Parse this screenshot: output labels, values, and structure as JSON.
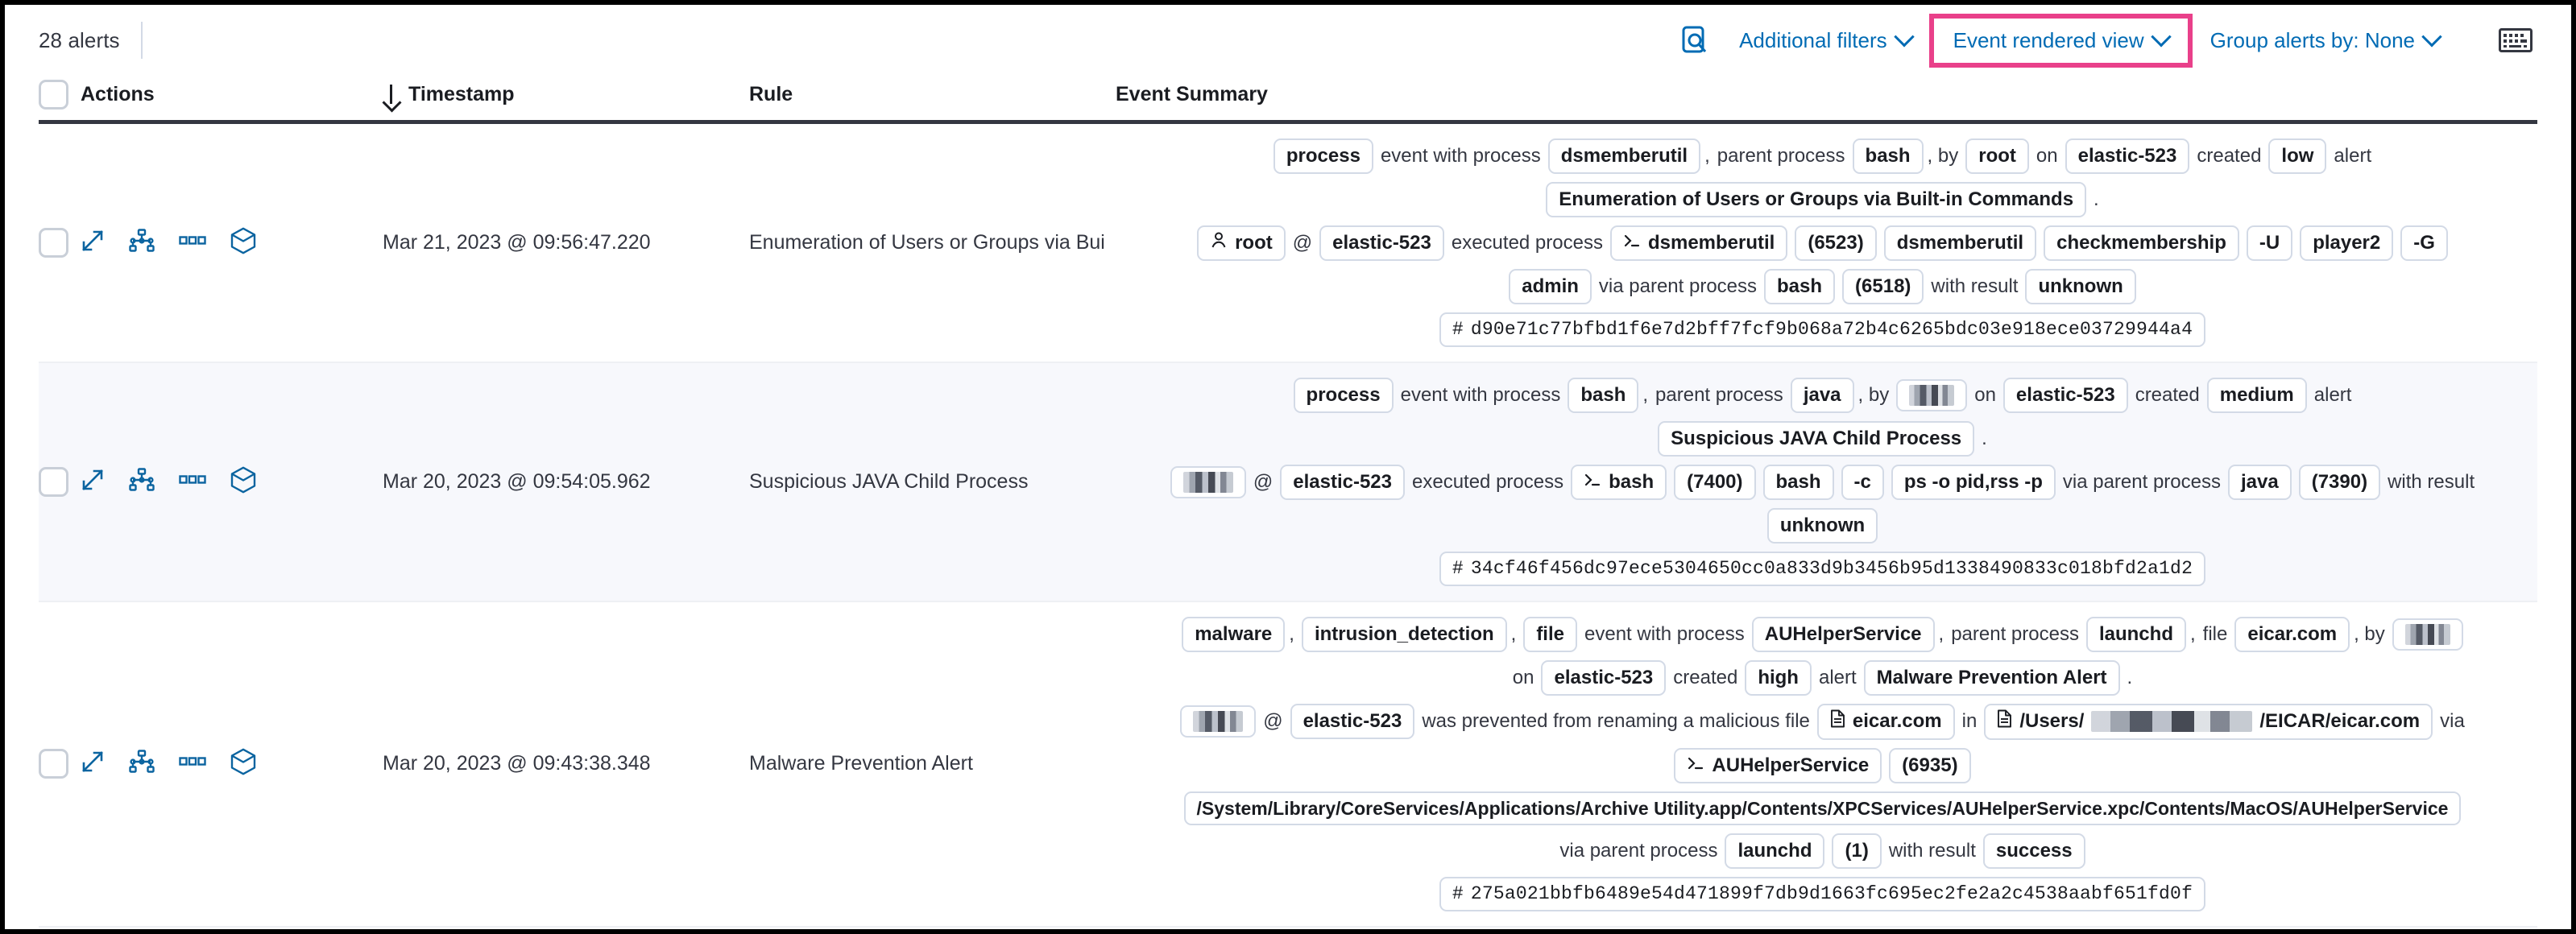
{
  "toolbar": {
    "alerts_count_label": "28 alerts",
    "inspect_icon": "inspect-search-icon",
    "additional_filters_label": "Additional filters",
    "event_rendered_view_label": "Event rendered view",
    "group_alerts_by_label": "Group alerts by: None",
    "keyboard_icon": "keyboard-icon",
    "highlight_color": "#e9408a",
    "link_color": "#006bb4"
  },
  "table": {
    "headers": {
      "actions": "Actions",
      "timestamp": "Timestamp",
      "rule": "Rule",
      "event_summary": "Event Summary",
      "sort_direction": "desc"
    },
    "row_actions": [
      "expand-icon",
      "analyzer-icon",
      "more-actions-icon",
      "session-view-icon"
    ],
    "rows": [
      {
        "timestamp": "Mar 21, 2023 @ 09:56:47.220",
        "rule": "Enumeration of Users or Groups via Bui",
        "striped": false,
        "summary_lines": [
          [
            {
              "t": "chip",
              "v": "process"
            },
            {
              "t": "text",
              "v": "event with process"
            },
            {
              "t": "chip",
              "v": "dsmemberutil"
            },
            {
              "t": "punct",
              "v": ","
            },
            {
              "t": "text",
              "v": "parent process"
            },
            {
              "t": "chip",
              "v": "bash"
            },
            {
              "t": "punct",
              "v": ", by"
            },
            {
              "t": "chip",
              "v": "root"
            },
            {
              "t": "text",
              "v": "on"
            },
            {
              "t": "chip",
              "v": "elastic-523"
            },
            {
              "t": "text",
              "v": "created"
            },
            {
              "t": "chip",
              "v": "low"
            },
            {
              "t": "text",
              "v": "alert"
            }
          ],
          [
            {
              "t": "chip",
              "v": "Enumeration of Users or Groups via Built-in Commands"
            },
            {
              "t": "text",
              "v": "."
            }
          ],
          [
            {
              "t": "chip-user",
              "v": "root"
            },
            {
              "t": "text",
              "v": "@"
            },
            {
              "t": "chip",
              "v": "elastic-523"
            },
            {
              "t": "text",
              "v": "executed process"
            },
            {
              "t": "chip-proc",
              "v": "dsmemberutil"
            },
            {
              "t": "chip",
              "v": "(6523)"
            },
            {
              "t": "chip",
              "v": "dsmemberutil"
            },
            {
              "t": "chip",
              "v": "checkmembership"
            },
            {
              "t": "chip",
              "v": "-U"
            },
            {
              "t": "chip",
              "v": "player2"
            },
            {
              "t": "chip",
              "v": "-G"
            }
          ],
          [
            {
              "t": "chip",
              "v": "admin"
            },
            {
              "t": "text",
              "v": "via parent process"
            },
            {
              "t": "chip",
              "v": "bash"
            },
            {
              "t": "chip",
              "v": "(6518)"
            },
            {
              "t": "text",
              "v": "with result"
            },
            {
              "t": "chip",
              "v": "unknown"
            }
          ],
          [
            {
              "t": "chip-hash",
              "v": "d90e71c77bfbd1f6e7d2bff7fcf9b068a72b4c6265bdc03e918ece03729944a4"
            }
          ]
        ]
      },
      {
        "timestamp": "Mar 20, 2023 @ 09:54:05.962",
        "rule": "Suspicious JAVA Child Process",
        "striped": true,
        "summary_lines": [
          [
            {
              "t": "chip",
              "v": "process"
            },
            {
              "t": "text",
              "v": "event with process"
            },
            {
              "t": "chip",
              "v": "bash"
            },
            {
              "t": "punct",
              "v": ","
            },
            {
              "t": "text",
              "v": "parent process"
            },
            {
              "t": "chip",
              "v": "java"
            },
            {
              "t": "punct",
              "v": ", by"
            },
            {
              "t": "redact",
              "v": "w2"
            },
            {
              "t": "text",
              "v": "on"
            },
            {
              "t": "chip",
              "v": "elastic-523"
            },
            {
              "t": "text",
              "v": "created"
            },
            {
              "t": "chip",
              "v": "medium"
            },
            {
              "t": "text",
              "v": "alert"
            }
          ],
          [
            {
              "t": "chip",
              "v": "Suspicious JAVA Child Process"
            },
            {
              "t": "text",
              "v": "."
            }
          ],
          [
            {
              "t": "chip-redact",
              "v": "w3"
            },
            {
              "t": "text",
              "v": "@"
            },
            {
              "t": "chip",
              "v": "elastic-523"
            },
            {
              "t": "text",
              "v": "executed process"
            },
            {
              "t": "chip-proc",
              "v": "bash"
            },
            {
              "t": "chip",
              "v": "(7400)"
            },
            {
              "t": "chip",
              "v": "bash"
            },
            {
              "t": "chip",
              "v": "-c"
            },
            {
              "t": "chip",
              "v": "ps -o pid,rss -p"
            },
            {
              "t": "text",
              "v": "via parent process"
            },
            {
              "t": "chip",
              "v": "java"
            },
            {
              "t": "chip",
              "v": "(7390)"
            },
            {
              "t": "text",
              "v": "with result"
            }
          ],
          [
            {
              "t": "chip",
              "v": "unknown"
            }
          ],
          [
            {
              "t": "chip-hash",
              "v": "34cf46f456dc97ece5304650cc0a833d9b3456b95d1338490833c018bfd2a1d2"
            }
          ]
        ]
      },
      {
        "timestamp": "Mar 20, 2023 @ 09:43:38.348",
        "rule": "Malware Prevention Alert",
        "striped": false,
        "summary_lines": [
          [
            {
              "t": "chip",
              "v": "malware"
            },
            {
              "t": "punct",
              "v": ","
            },
            {
              "t": "chip",
              "v": "intrusion_detection"
            },
            {
              "t": "punct",
              "v": ","
            },
            {
              "t": "chip",
              "v": "file"
            },
            {
              "t": "text",
              "v": "event with process"
            },
            {
              "t": "chip",
              "v": "AUHelperService"
            },
            {
              "t": "punct",
              "v": ","
            },
            {
              "t": "text",
              "v": "parent process"
            },
            {
              "t": "chip",
              "v": "launchd"
            },
            {
              "t": "punct",
              "v": ","
            },
            {
              "t": "text",
              "v": "file"
            },
            {
              "t": "chip",
              "v": "eicar.com"
            },
            {
              "t": "punct",
              "v": ", by"
            },
            {
              "t": "redact",
              "v": "w2"
            }
          ],
          [
            {
              "t": "text",
              "v": "on"
            },
            {
              "t": "chip",
              "v": "elastic-523"
            },
            {
              "t": "text",
              "v": "created"
            },
            {
              "t": "chip",
              "v": "high"
            },
            {
              "t": "text",
              "v": "alert"
            },
            {
              "t": "chip",
              "v": "Malware Prevention Alert"
            },
            {
              "t": "text",
              "v": "."
            }
          ],
          [
            {
              "t": "chip-redact",
              "v": "w3"
            },
            {
              "t": "text",
              "v": "@"
            },
            {
              "t": "chip",
              "v": "elastic-523"
            },
            {
              "t": "text",
              "v": "was prevented from renaming a malicious file"
            },
            {
              "t": "chip-file",
              "v": "eicar.com"
            },
            {
              "t": "text",
              "v": "in"
            },
            {
              "t": "chip-file-redact",
              "v": "/Users/|/EICAR/eicar.com"
            },
            {
              "t": "text",
              "v": "via"
            }
          ],
          [
            {
              "t": "chip-proc",
              "v": "AUHelperService"
            },
            {
              "t": "chip",
              "v": "(6935)"
            }
          ],
          [
            {
              "t": "chip-path",
              "v": "/System/Library/CoreServices/Applications/Archive Utility.app/Contents/XPCServices/AUHelperService.xpc/Contents/MacOS/AUHelperService"
            }
          ],
          [
            {
              "t": "text",
              "v": "via parent process"
            },
            {
              "t": "chip",
              "v": "launchd"
            },
            {
              "t": "chip",
              "v": "(1)"
            },
            {
              "t": "text",
              "v": "with result"
            },
            {
              "t": "chip",
              "v": "success"
            }
          ],
          [
            {
              "t": "chip-hash",
              "v": "275a021bbfb6489e54d471899f7db9d1663fc695ec2fe2a2c4538aabf651fd0f"
            }
          ]
        ]
      }
    ]
  }
}
